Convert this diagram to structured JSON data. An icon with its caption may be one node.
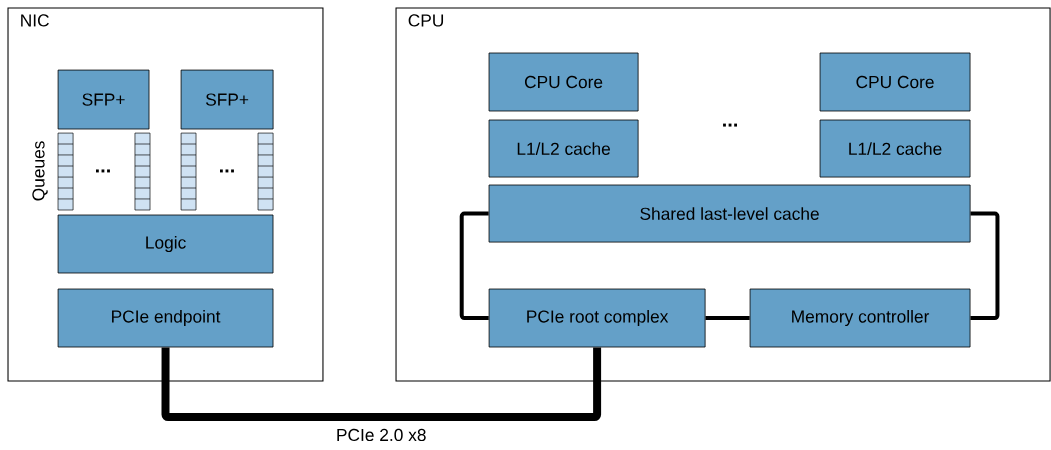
{
  "diagram": {
    "nodes": [
      {
        "text": [
          "NIC"
        ]
      },
      {
        "text": [
          "SFP+"
        ],
        "in": 0
      },
      {
        "text": [
          "SFP+"
        ],
        "in": 0
      },
      {
        "text": [
          "Logic"
        ],
        "in": 0
      },
      {
        "text": [
          "PCIe endpoint"
        ],
        "in": 0
      },
      {
        "text": [
          "CPU"
        ]
      },
      {
        "text": [
          "CPU Core"
        ],
        "in": 5
      },
      {
        "text": [
          "L1/L2 cache"
        ],
        "in": 5
      },
      {
        "text": [
          "CPU Core"
        ],
        "in": 5
      },
      {
        "text": [
          "L1/L2 cache"
        ],
        "in": 5
      },
      {
        "text": [
          "Shared last-level cache"
        ],
        "in": 5
      },
      {
        "text": [
          "PCIe root complex"
        ],
        "in": 5
      },
      {
        "text": [
          "Memory controller"
        ],
        "in": 5
      }
    ],
    "edges": [
      {
        "from": 4,
        "to": 11,
        "arrow": "none",
        "style": "thick",
        "label": "PCIe 2.0 x8"
      },
      {
        "from": 10,
        "to": 11,
        "arrow": "none"
      },
      {
        "from": 10,
        "to": 12,
        "arrow": "none"
      },
      {
        "from": 11,
        "to": 12,
        "arrow": "none"
      }
    ],
    "labels": [
      "Queues",
      "...",
      "...",
      "..."
    ]
  }
}
